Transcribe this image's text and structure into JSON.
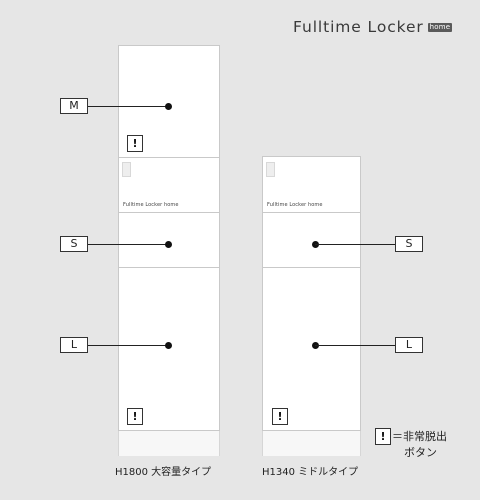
{
  "brand": {
    "name": "Fulltime Locker",
    "badge": "home"
  },
  "size_labels": {
    "m": "M",
    "s": "S",
    "l": "L"
  },
  "emergency_mark": "!",
  "panel_label": "Fulltime Locker",
  "panel_label_suffix": "home",
  "models": {
    "tall": {
      "caption": "H1800 大容量タイプ"
    },
    "mid": {
      "caption": "H1340 ミドルタイプ"
    }
  },
  "legend": {
    "line1": "＝非常脱出",
    "line2": "ボタン"
  }
}
